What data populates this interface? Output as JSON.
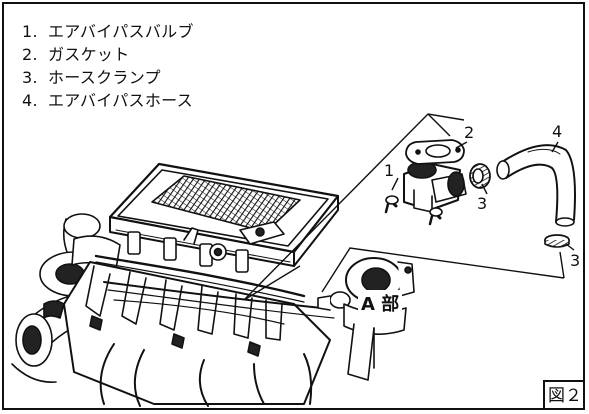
{
  "legend": {
    "items": [
      {
        "num": "1.",
        "label": "エアバイパスバルブ"
      },
      {
        "num": "2.",
        "label": "ガスケット"
      },
      {
        "num": "3.",
        "label": "ホースクランプ"
      },
      {
        "num": "4.",
        "label": "エアバイパスホース"
      }
    ]
  },
  "callouts": {
    "valve": "1",
    "gasket": "2",
    "hose_clamp_upper": "3",
    "hose": "4",
    "hose_clamp_lower": "3"
  },
  "detail_label": "A 部",
  "figure_label": "図２"
}
